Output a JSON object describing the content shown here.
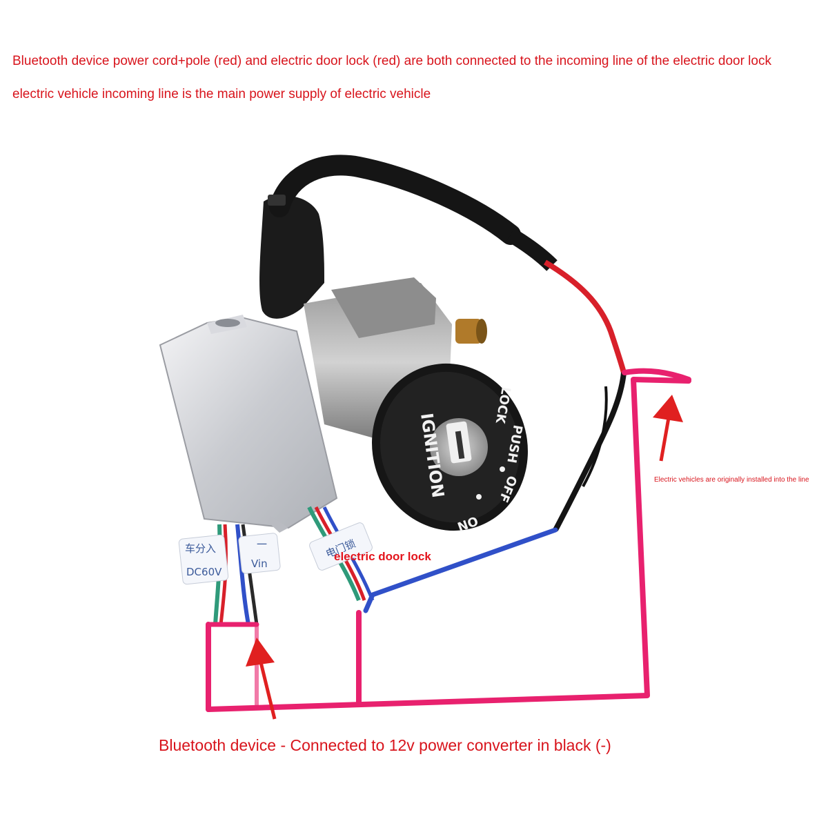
{
  "captions": {
    "top_line_1": "Bluetooth device power cord+pole (red) and electric door lock (red) are both connected to the incoming line of the electric door lock",
    "top_line_2": "electric vehicle incoming line is the main power supply of electric vehicle",
    "electric_vehicle_line": "Electric vehicles are originally installed into the line",
    "electric_door_lock": "electric door lock",
    "bluetooth_device": "Bluetooth device - Connected to 12v power converter in black (-)"
  },
  "ignition_dial": {
    "brand": "IGNITION",
    "positions": [
      "LOCK",
      "PUSH",
      "OFF",
      "ON"
    ]
  },
  "wire_tags": {
    "tag1_line1": "车分入",
    "tag1_line2": "DC60V",
    "tag2_line1": "一",
    "tag2_line2": "Vin",
    "tag3": "电门锁"
  },
  "colors": {
    "caption_red": "#d8141c",
    "drawn_wire_pink": "#e8216e",
    "drawn_wire_blue": "#3050c8",
    "wire_red": "#d8202a",
    "wire_black": "#141414",
    "arrow_red": "#e02020"
  }
}
